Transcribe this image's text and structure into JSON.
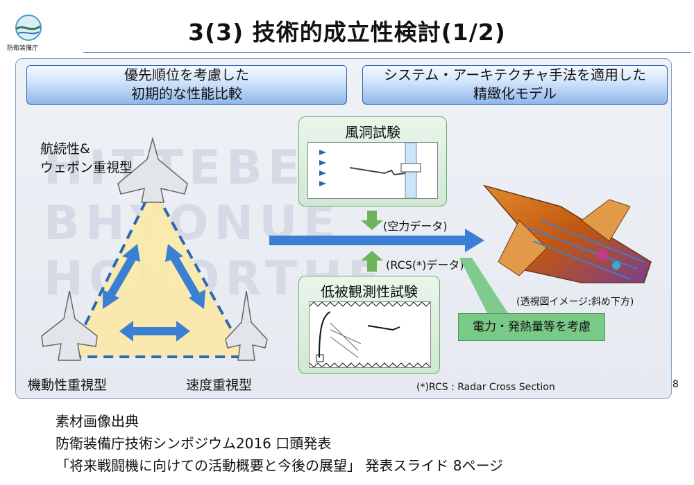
{
  "header": {
    "organization": "防衛装備庁",
    "title": "3(3)  技術的成立性検討(1/2)"
  },
  "banners": {
    "left": [
      "優先順位を考慮した",
      "初期的な性能比較"
    ],
    "right": [
      "システム・アーキテクチャ手法を適用した",
      "精緻化モデル"
    ]
  },
  "triangle": {
    "top_label": [
      "航続性&",
      "ウェポン重視型"
    ],
    "bottom_left_label": "機動性重視型",
    "bottom_right_label": "速度重視型"
  },
  "wind_tunnel": {
    "title": "風洞試験"
  },
  "rcs_test": {
    "title": "低被観測性試験"
  },
  "flow_labels": {
    "aero_data": "(空力データ)",
    "rcs_data": "(RCS(*)データ)"
  },
  "model": {
    "caption": "(透視図イメージ:斜め下方)",
    "note": "電力・発熱量等を考慮"
  },
  "footnote": "(*)RCS : Radar Cross Section",
  "page_number": "8",
  "source": {
    "heading": "素材画像出典",
    "line1": "防衛装備庁技術シンポジウム2016 口頭発表",
    "line2": "「将来戦闘機に向けての活動概要と今後の展望」 発表スライド 8ページ"
  },
  "colors": {
    "accent_blue": "#3b7fd4",
    "test_green": "#79c987",
    "triangle_fill": "#fbe9a6"
  }
}
